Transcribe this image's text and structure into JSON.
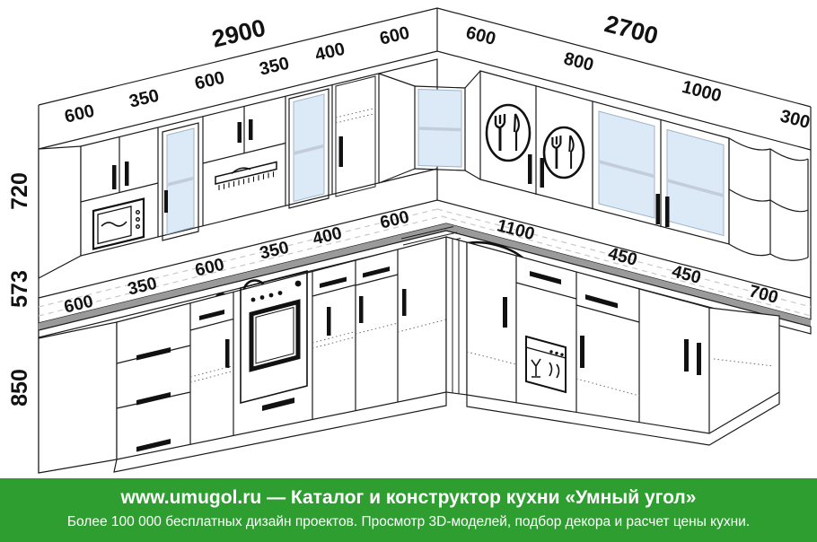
{
  "diagram": {
    "title_role": "kitchen-layout-dimension-drawing",
    "totals": {
      "left_wall": "2900",
      "right_wall": "2700"
    },
    "heights": {
      "upper_cabinets": "720",
      "backsplash_gap": "573",
      "base_cabinets": "850"
    },
    "upper_left": [
      "600",
      "350",
      "600",
      "350",
      "400",
      "600"
    ],
    "upper_right": [
      "600",
      "800",
      "1000",
      "300"
    ],
    "counter_left": [
      "600",
      "350",
      "600",
      "350",
      "400",
      "600"
    ],
    "counter_right": [
      "1100",
      "450",
      "450",
      "700"
    ]
  },
  "colors": {
    "accent_green": "#2e9e30",
    "counter_edge_gray": "#9a9a9a",
    "glass_blue": "#dce9f6",
    "line_black": "#1b1b1b"
  },
  "footer": {
    "line1": "www.umugol.ru — Каталог и конструктор кухни «Умный угол»",
    "line2": "Более 100 000 бесплатных дизайн проектов. Просмотр 3D-моделей, подбор декора и расчет цены кухни."
  }
}
